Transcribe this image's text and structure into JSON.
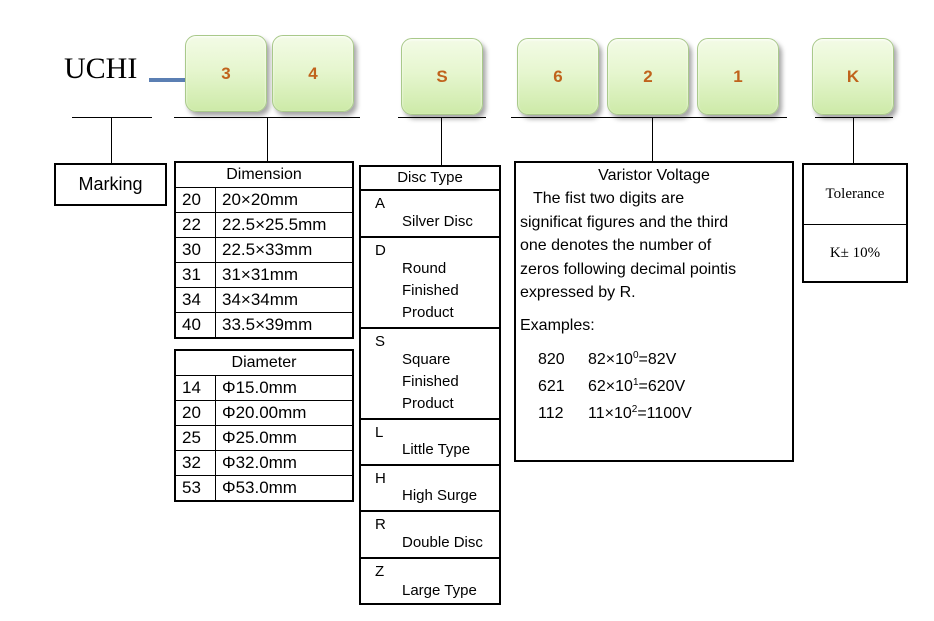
{
  "brand": "UCHI",
  "code_keys": [
    "3",
    "4",
    "S",
    "6",
    "2",
    "1",
    "K"
  ],
  "marking": {
    "label": "Marking"
  },
  "dimension": {
    "title": "Dimension",
    "rows": [
      {
        "code": "20",
        "value": "20×20mm"
      },
      {
        "code": "22",
        "value": "22.5×25.5mm"
      },
      {
        "code": "30",
        "value": "22.5×33mm"
      },
      {
        "code": "31",
        "value": "31×31mm"
      },
      {
        "code": "34",
        "value": "34×34mm"
      },
      {
        "code": "40",
        "value": "33.5×39mm"
      }
    ]
  },
  "diameter": {
    "title": "Diameter",
    "rows": [
      {
        "code": "14",
        "value": "Φ15.0mm"
      },
      {
        "code": "20",
        "value": "Φ20.00mm"
      },
      {
        "code": "25",
        "value": "Φ25.0mm"
      },
      {
        "code": "32",
        "value": "Φ32.0mm"
      },
      {
        "code": "53",
        "value": "Φ53.0mm"
      }
    ]
  },
  "disc_type": {
    "title": "Disc Type",
    "items": [
      {
        "letter": "A",
        "desc": "Silver Disc"
      },
      {
        "letter": "D",
        "desc": "Round\nFinished\nProduct"
      },
      {
        "letter": "S",
        "desc": "Square\nFinished\nProduct"
      },
      {
        "letter": "L",
        "desc": "Little Type"
      },
      {
        "letter": "H",
        "desc": "High Surge"
      },
      {
        "letter": "R",
        "desc": "Double Disc"
      },
      {
        "letter": "Z",
        "desc": "Large Type"
      }
    ]
  },
  "varistor_voltage": {
    "title": "Varistor Voltage",
    "lines": [
      "The fist two digits are",
      "significat figures and the third",
      "one denotes the number of",
      "zeros following decimal pointis",
      "expressed by R."
    ],
    "examples_label": "Examples:",
    "examples": [
      {
        "code": "820",
        "mant": "82×10",
        "exp": "0",
        "result": "=82V"
      },
      {
        "code": "621",
        "mant": "62×10",
        "exp": "1",
        "result": "=620V"
      },
      {
        "code": "112",
        "mant": "11×10",
        "exp": "2",
        "result": "=1100V"
      }
    ]
  },
  "tolerance": {
    "title": "Tolerance",
    "value": "K± 10%"
  }
}
